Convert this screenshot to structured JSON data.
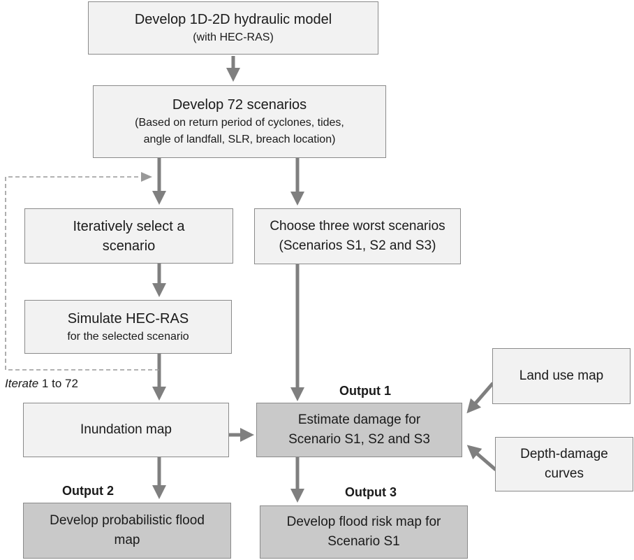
{
  "boxes": {
    "develop_model": {
      "main": "Develop 1D-2D hydraulic model",
      "sub": "(with HEC-RAS)"
    },
    "develop_scenarios": {
      "main": "Develop 72 scenarios",
      "sub1": "(Based on return period of cyclones, tides,",
      "sub2": "angle of landfall, SLR, breach location)"
    },
    "select_scenario": {
      "line1": "Iteratively select a",
      "line2": "scenario"
    },
    "choose_worst": {
      "line1": "Choose three worst scenarios",
      "line2": "(Scenarios S1, S2 and S3)"
    },
    "simulate": {
      "main": "Simulate HEC-RAS",
      "sub": "for the selected scenario"
    },
    "inundation": {
      "main": "Inundation map"
    },
    "estimate_damage": {
      "line1": "Estimate damage for",
      "line2": "Scenario S1, S2 and S3"
    },
    "land_use": {
      "main": "Land use map"
    },
    "depth_damage": {
      "line1": "Depth-damage",
      "line2": "curves"
    },
    "prob_flood": {
      "line1": "Develop probabilistic flood",
      "line2": "map"
    },
    "flood_risk": {
      "line1": "Develop flood risk map for",
      "line2": "Scenario S1"
    }
  },
  "labels": {
    "output1": "Output 1",
    "output2": "Output 2",
    "output3": "Output 3",
    "iterate_word": "Iterate",
    "iterate_range": " 1 to 72"
  },
  "colors": {
    "box_fill": "#f2f2f2",
    "output_fill": "#c9c9c9",
    "border": "#8a8a8a",
    "arrow": "#7f7f7f"
  }
}
